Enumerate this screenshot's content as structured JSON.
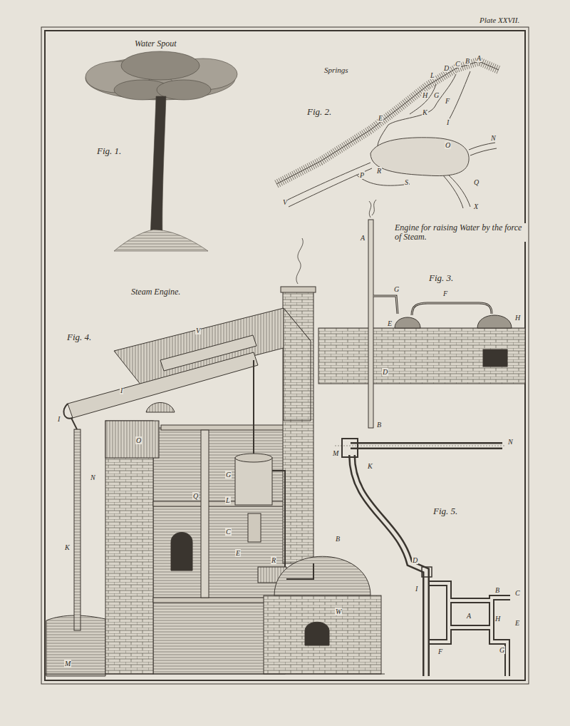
{
  "diagram": {
    "labels": [
      "Plate XXVII.",
      "Water Spout",
      "Fig. 1.",
      "Springs",
      "Fig. 2.",
      "A",
      "B",
      "C",
      "D",
      "L",
      "H",
      "G",
      "F",
      "K",
      "E",
      "I",
      "O",
      "N",
      "P",
      "R",
      "S",
      "Q",
      "X",
      "V",
      "Engine for raising Water by the force of Steam.",
      "Fig. 3.",
      "A",
      "G",
      "F",
      "E",
      "H",
      "D",
      "B",
      "Steam Engine.",
      "Fig. 4.",
      "V",
      "I",
      "I",
      "O",
      "N",
      "K",
      "M",
      "Q",
      "G",
      "L",
      "C",
      "E",
      "R",
      "B",
      "W",
      "Fig. 5.",
      "M",
      "N",
      "K",
      "I",
      "D",
      "C",
      "B",
      "H",
      "A",
      "E",
      "G",
      "F"
    ]
  }
}
